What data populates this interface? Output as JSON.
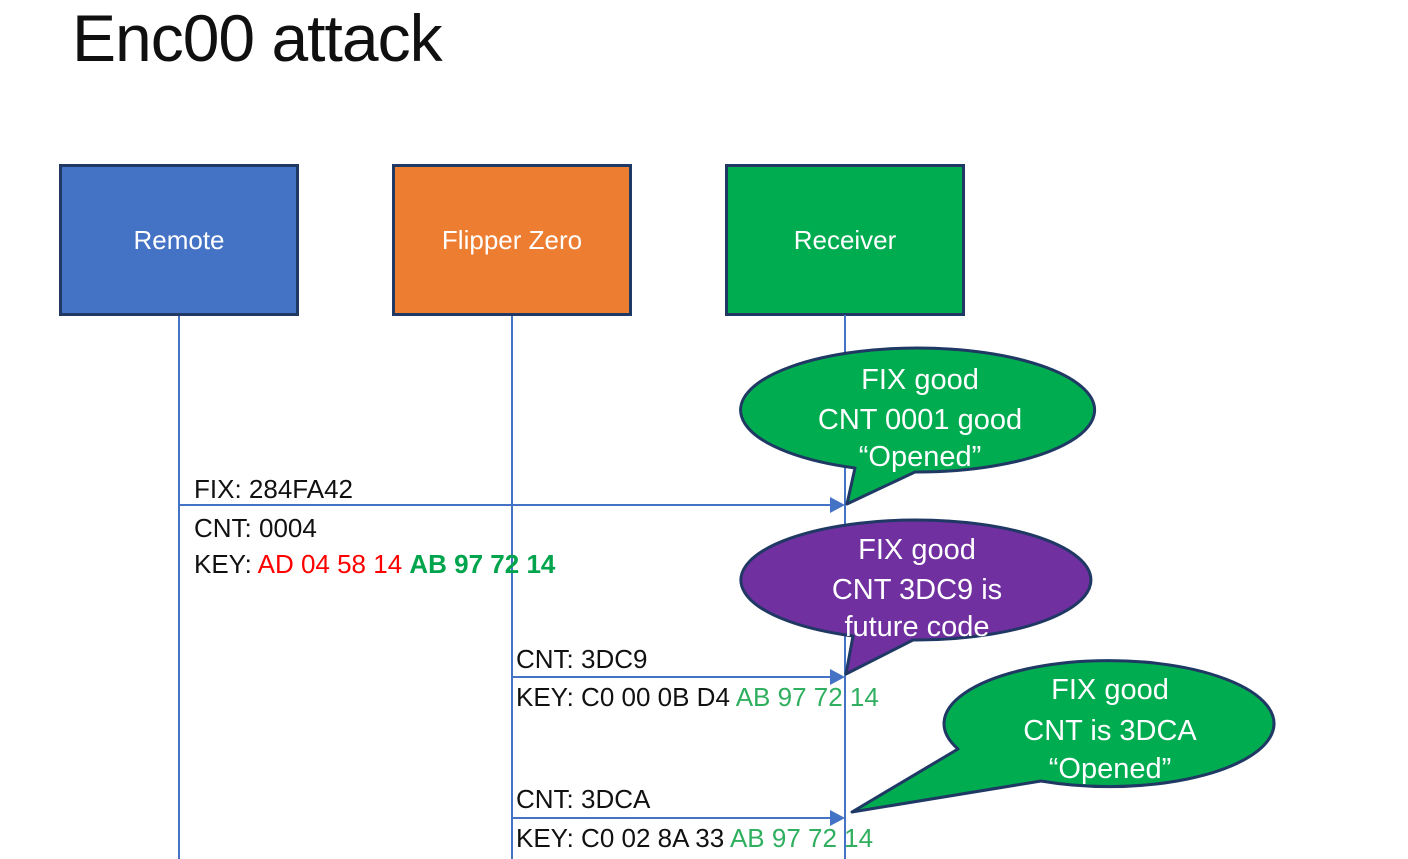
{
  "title": "Enc00 attack",
  "colors": {
    "remote_fill": "#4472C4",
    "flipper_fill": "#ED7D31",
    "receiver_fill": "#00AC50",
    "bubble_green": "#00AC50",
    "bubble_purple": "#7030A0",
    "shape_outline": "#1F3864",
    "connector_blue": "#4472C4",
    "key_red": "#FF0000",
    "key_green_bold": "#00A44D",
    "key_green": "#2FAF5F",
    "bubble_text": "#FFFFFF",
    "text_black": "#111111"
  },
  "actors": [
    {
      "id": "remote",
      "label": "Remote",
      "fill": "#4472C4"
    },
    {
      "id": "flipper",
      "label": "Flipper Zero",
      "fill": "#ED7D31"
    },
    {
      "id": "receiver",
      "label": "Receiver",
      "fill": "#00AC50"
    }
  ],
  "messages": [
    {
      "from": "Remote",
      "to": "Receiver",
      "above_line": "FIX: 284FA42",
      "below_line": "CNT: 0004",
      "key_label": "KEY: ",
      "key_red_part": "AD 04 58 14 ",
      "key_green_part": "AB 97 72 14"
    },
    {
      "from": "Flipper Zero",
      "to": "Receiver",
      "above_line": "CNT: 3DC9",
      "key_label": "KEY: C0 00 0B D4 ",
      "key_green_part": "AB 97 72 14"
    },
    {
      "from": "Flipper Zero",
      "to": "Receiver",
      "above_line": "CNT: 3DCA",
      "key_label": "KEY: C0 02 8A 33 ",
      "key_green_part": "AB 97 72 14"
    }
  ],
  "bubbles": [
    {
      "fill": "#00AC50",
      "lines": [
        "FIX good",
        "CNT 0001 good",
        "“Opened”"
      ]
    },
    {
      "fill": "#7030A0",
      "lines": [
        "FIX good",
        "CNT 3DC9 is",
        "future code"
      ]
    },
    {
      "fill": "#00AC50",
      "lines": [
        "FIX good",
        "CNT is 3DCA",
        "“Opened”"
      ]
    }
  ]
}
